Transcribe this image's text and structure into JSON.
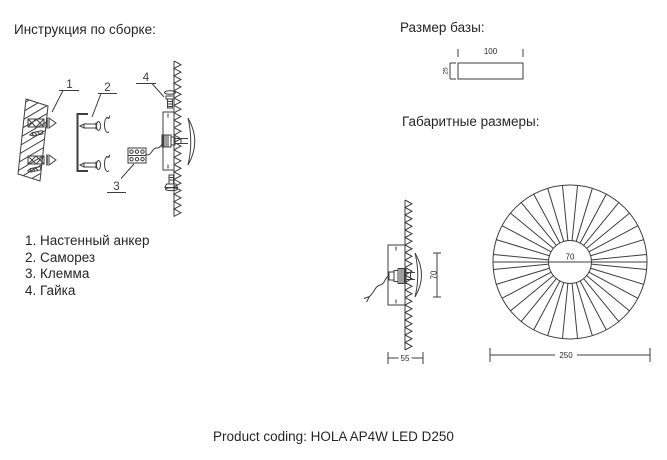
{
  "assembly": {
    "title": "Инструкция по сборке:",
    "callouts": [
      "1",
      "2",
      "3",
      "4"
    ],
    "legend": [
      "1. Настенный анкер",
      "2. Саморез",
      "3. Клемма",
      "4. Гайка"
    ]
  },
  "base": {
    "title": "Размер базы:",
    "width_mm": "100",
    "height_mm": "25"
  },
  "dimensions": {
    "title": "Габаритные размеры:",
    "side": {
      "height_mm": "70",
      "depth_mm": "55"
    },
    "front": {
      "inner_mm": "70",
      "outer_mm": "250"
    }
  },
  "footer": {
    "product_coding": "Product coding: HOLA AP4W LED D250"
  }
}
